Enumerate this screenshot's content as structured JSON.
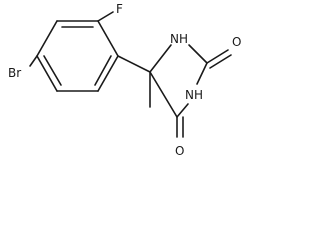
{
  "molecule": {
    "atoms": {
      "fluorine": "F",
      "bromine": "Br",
      "nh_top": "NH",
      "nh_right": "NH",
      "oxygen_top": "O",
      "oxygen_bottom": "O"
    }
  }
}
